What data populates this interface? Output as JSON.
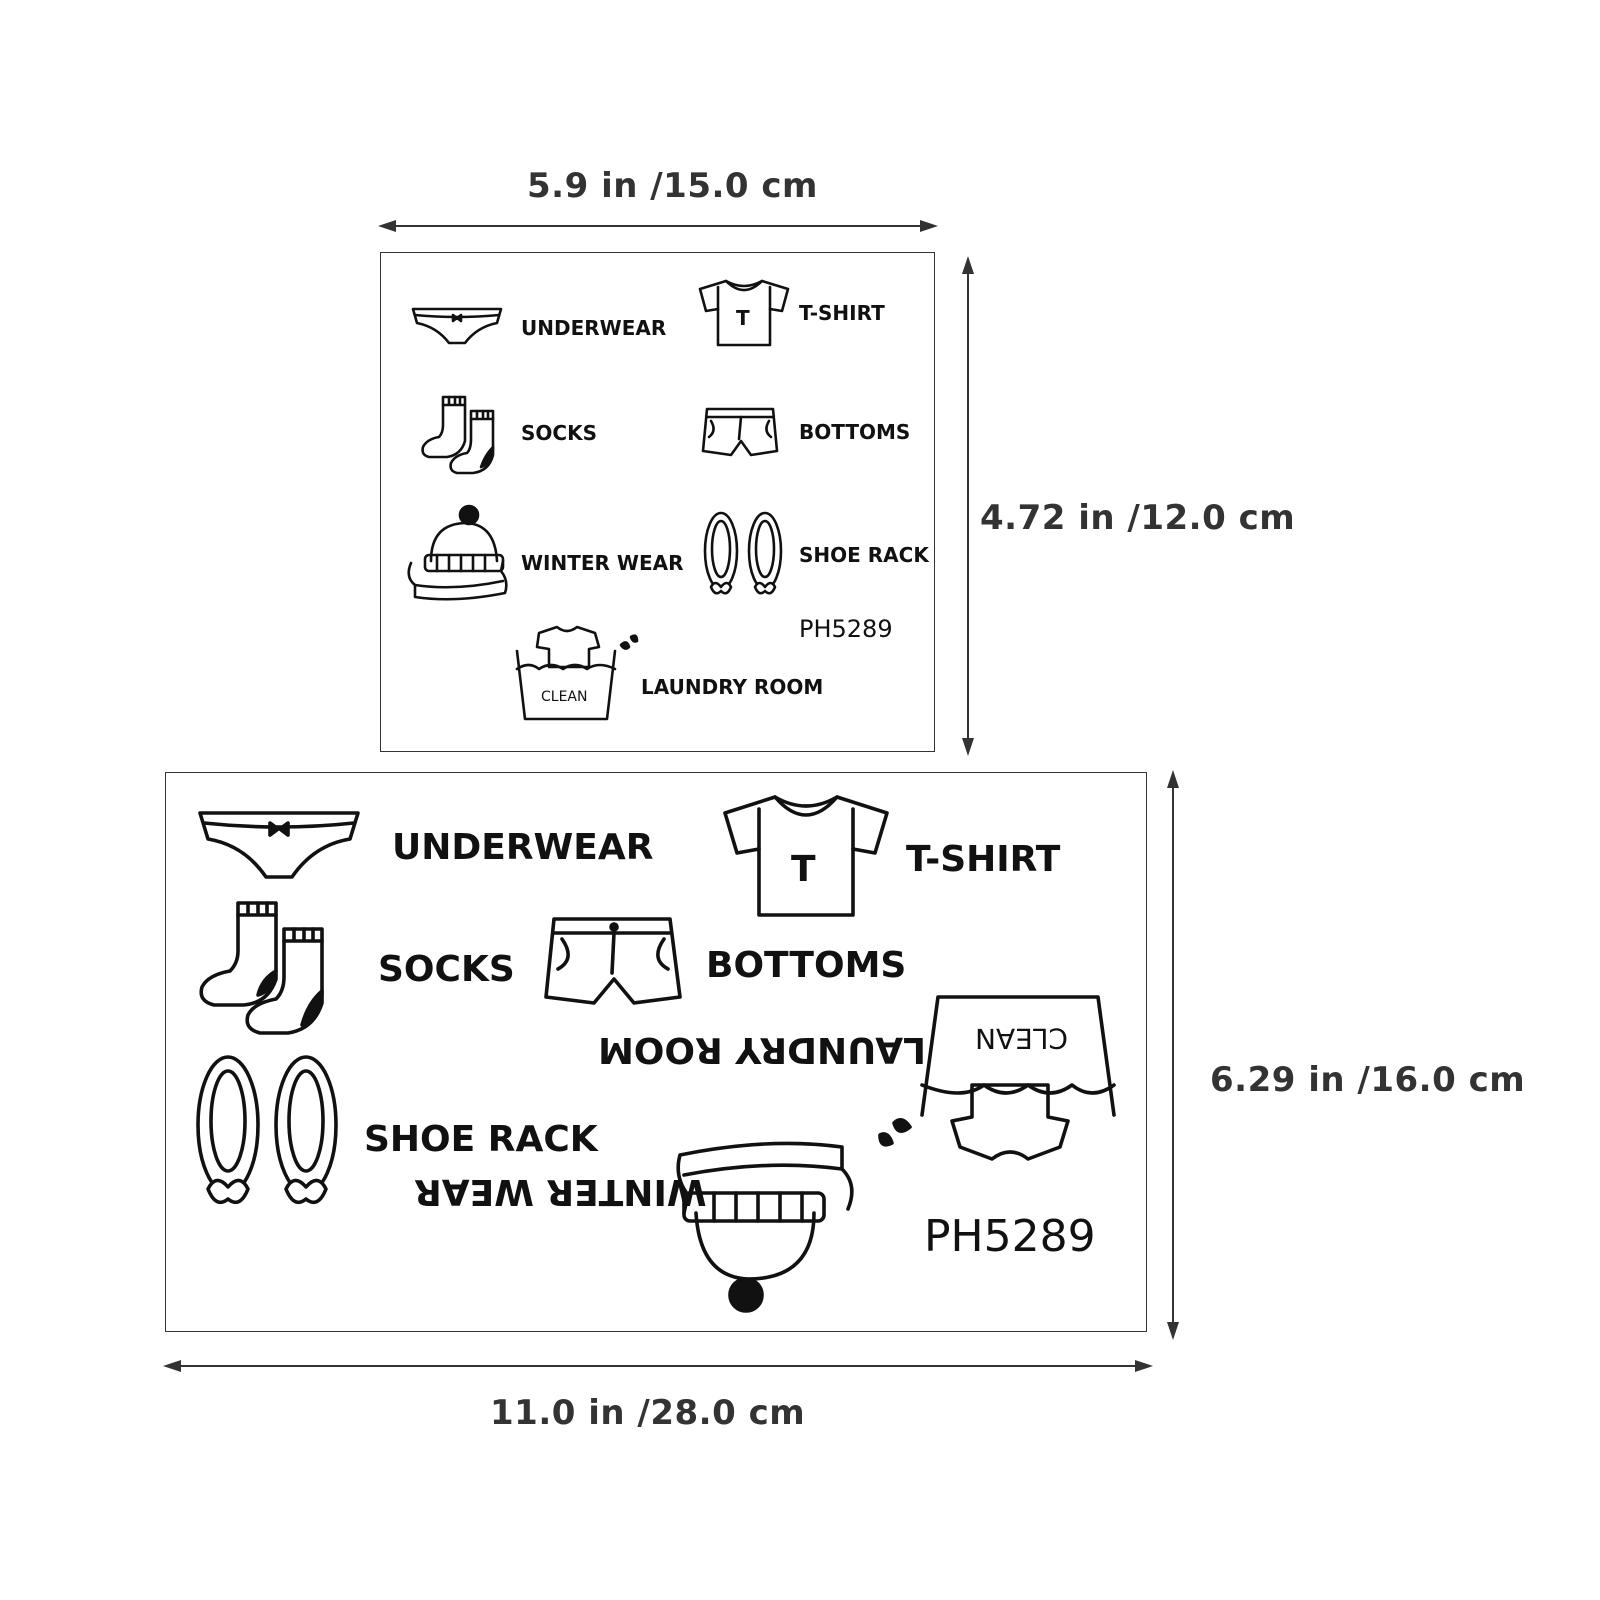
{
  "dimensions": {
    "small_width": "5.9 in /15.0 cm",
    "small_height": "4.72 in /12.0 cm",
    "large_width": "11.0 in /28.0 cm",
    "large_height": "6.29 in /16.0 cm"
  },
  "small_sheet": {
    "labels": {
      "underwear": "UNDERWEAR",
      "tshirt": "T-SHIRT",
      "socks": "SOCKS",
      "bottoms": "BOTTOMS",
      "winter_wear": "WINTER WEAR",
      "shoe_rack": "SHOE RACK",
      "laundry_room": "LAUNDRY ROOM"
    },
    "code": "PH5289",
    "tshirt_letter": "T",
    "basin_text": "CLEAN"
  },
  "large_sheet": {
    "labels": {
      "underwear": "UNDERWEAR",
      "tshirt": "T-SHIRT",
      "socks": "SOCKS",
      "bottoms": "BOTTOMS",
      "laundry_room": "LAUNDRY ROOM",
      "shoe_rack": "SHOE RACK",
      "winter_wear": "WINTER WEAR"
    },
    "code": "PH5289",
    "tshirt_letter": "T",
    "basin_text": "CLEAN"
  },
  "icons": [
    "underwear-icon",
    "tshirt-icon",
    "socks-icon",
    "shorts-icon",
    "beanie-scarf-icon",
    "slippers-icon",
    "laundry-basin-icon"
  ]
}
